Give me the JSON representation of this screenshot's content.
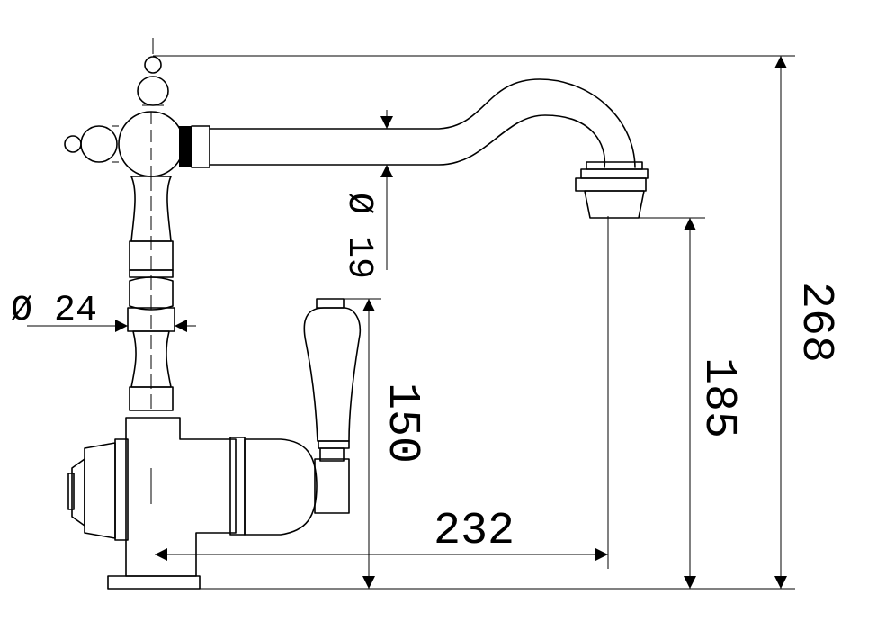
{
  "dimensions": {
    "total_height": "268",
    "spout_height": "185",
    "lever_height": "150",
    "spout_reach": "232",
    "spout_diameter": "Ø 19",
    "body_diameter": "Ø 24"
  },
  "colors": {
    "line": "#000000",
    "background": "#ffffff"
  }
}
